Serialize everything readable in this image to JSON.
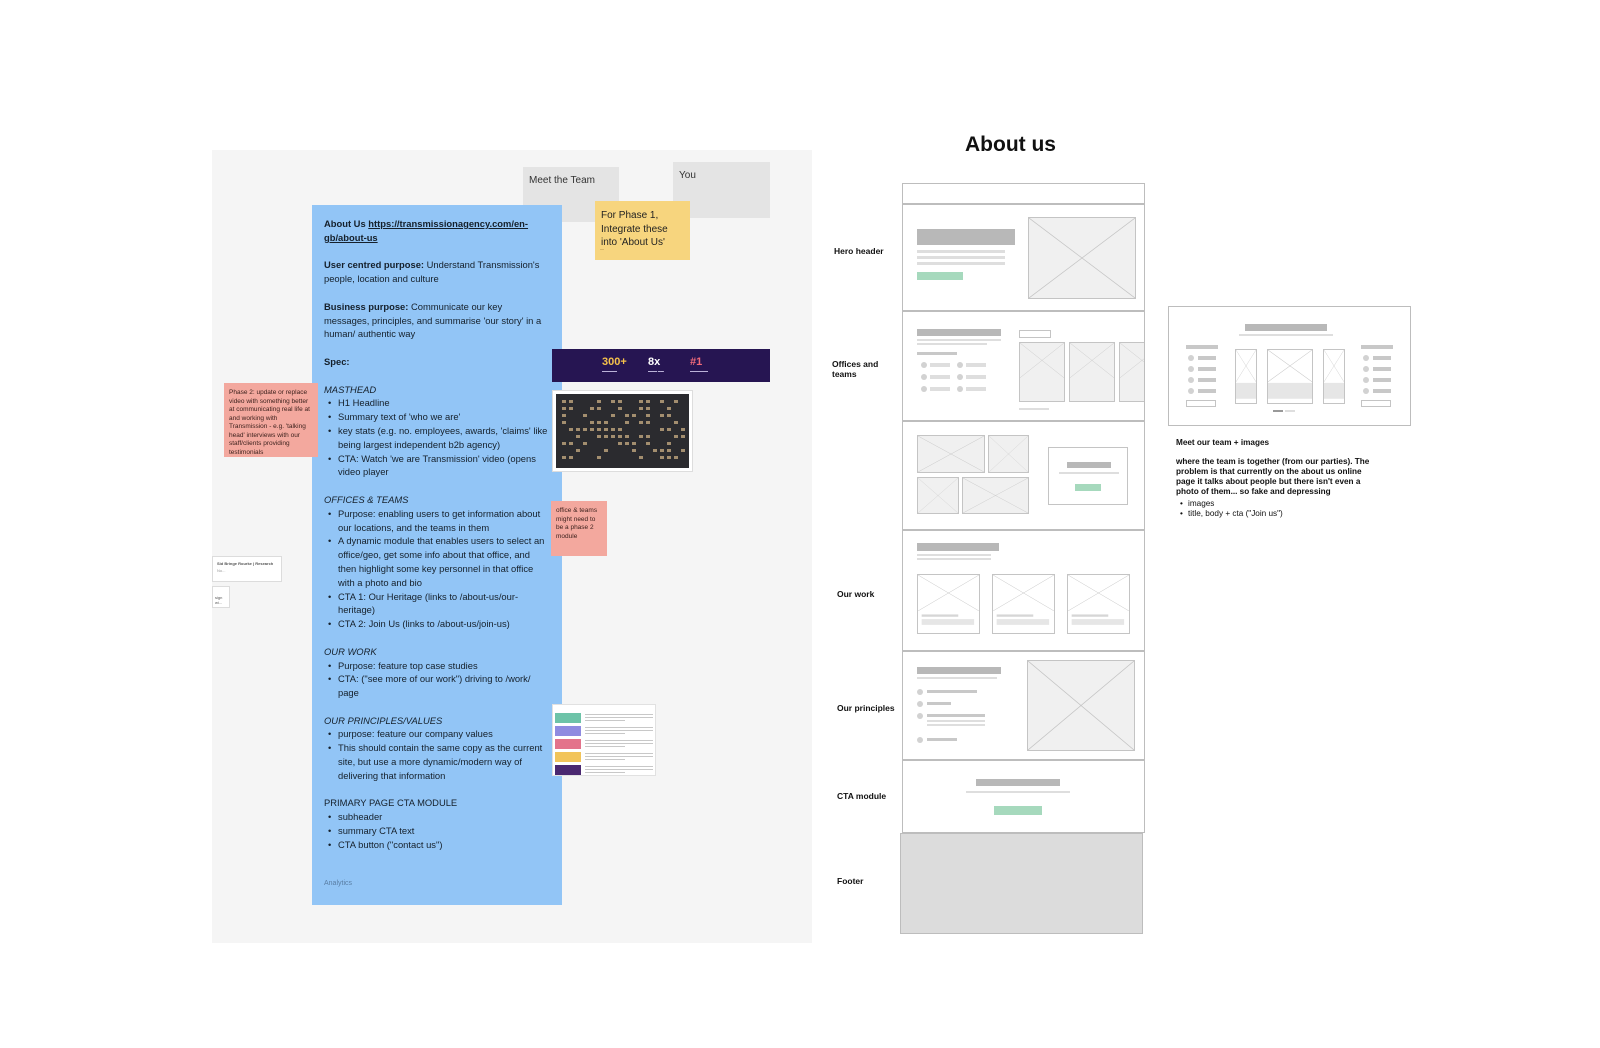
{
  "stickies": {
    "meet_team": "Meet the Team",
    "you": "You",
    "phase1": "For Phase 1, Integrate these into 'About Us'",
    "phase2_video": "Phase 2: update or replace video with something better at communicating real life at and working with Transmission - e.g. 'talking head' interviews with our staff/clients providing testimonials",
    "office_teams": "office & teams might need to be a phase 2 module",
    "mini_card_title": "Sid Bringe Rourke | Research",
    "mini_card_sub": "No...",
    "mini_card_2": "sign wi..."
  },
  "doc": {
    "about_label": "About Us",
    "about_link": "https://transmissionagency.com/en-gb/about-us",
    "user_purpose_label": "User centred purpose:",
    "user_purpose_text": "Understand Transmission's people, location and culture",
    "business_purpose_label": "Business purpose:",
    "business_purpose_text": "Communicate our key messages, principles, and summarise 'our story' in a human/ authentic way",
    "spec_label": "Spec:",
    "masthead_title": "MASTHEAD",
    "masthead_items": [
      "H1 Headline",
      "Summary text of 'who we are'",
      "key stats (e.g. no. employees, awards, 'claims' like being largest independent b2b agency)",
      "CTA: Watch 'we are Transmission' video (opens video player"
    ],
    "offices_title": "OFFICES & TEAMS",
    "offices_items": [
      "Purpose: enabling users to get information about our locations, and the teams in them",
      "A dynamic module that enables users to select an office/geo, get some info about that office, and then highlight some key personnel in that office with a photo and bio",
      "CTA 1: Our Heritage (links to /about-us/our-heritage)",
      "CTA 2: Join Us (links to /about-us/join-us)"
    ],
    "work_title": "OUR WORK",
    "work_items": [
      "Purpose: feature top case studies",
      "CTA: (\"see more of our work\") driving to /work/ page"
    ],
    "principles_title": "OUR PRINCIPLES/VALUES",
    "principles_items": [
      "purpose: feature our company values",
      "This should contain the same copy as the current site, but use a more dynamic/modern way of delivering that information"
    ],
    "cta_module_title": "PRIMARY PAGE CTA MODULE",
    "cta_module_items": [
      "subheader",
      "summary CTA text",
      "CTA button (\"contact us\")"
    ],
    "footer_tag": "Analytics"
  },
  "stats": [
    {
      "value": "300+",
      "color": "#f6c24b"
    },
    {
      "value": "8x",
      "color": "#ffffff"
    },
    {
      "value": "#1",
      "color": "#f06a7a"
    }
  ],
  "wireframe": {
    "title": "About us",
    "labels": {
      "hero": "Hero header",
      "offices": "Offices and teams",
      "work": "Our work",
      "principles": "Our principles",
      "cta": "CTA module",
      "footer": "Footer"
    }
  },
  "note": {
    "heading": "Meet our team + images",
    "body": "where the team is together (from our parties). The problem is that currently on the about us online page it talks about people but there isn't even a photo of them... so fake and depressing",
    "items": [
      "images",
      "title, body + cta (\"Join us\")"
    ]
  },
  "colors": {
    "doc_blue": "#92c5f6",
    "sticky_yellow": "#f7d57e",
    "sticky_pink": "#f3a89e",
    "stats_purple": "#261552",
    "cta_green": "#a6d9bd"
  }
}
